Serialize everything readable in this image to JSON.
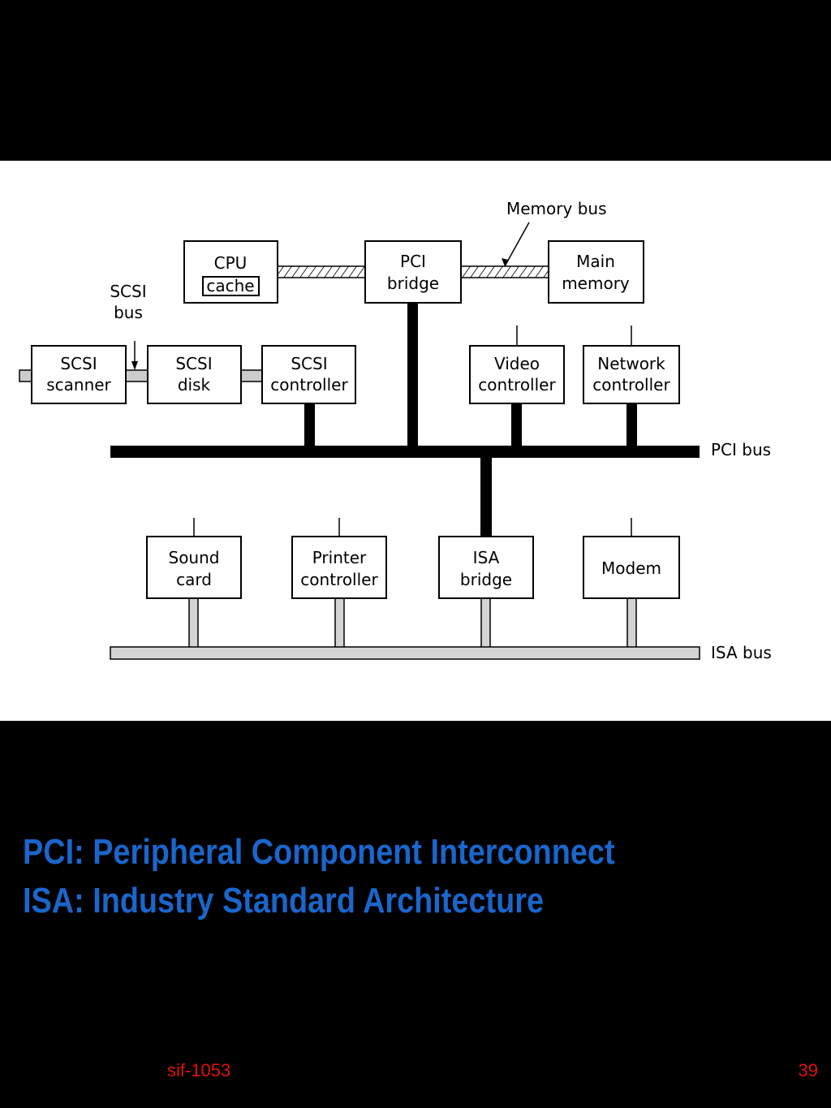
{
  "diagram": {
    "nodes": {
      "cpu": {
        "line1": "CPU",
        "line2": "cache"
      },
      "pci_bridge": {
        "line1": "PCI",
        "line2": "bridge"
      },
      "main_memory": {
        "line1": "Main",
        "line2": "memory"
      },
      "scsi_scanner": {
        "line1": "SCSI",
        "line2": "scanner"
      },
      "scsi_disk": {
        "line1": "SCSI",
        "line2": "disk"
      },
      "scsi_controller": {
        "line1": "SCSI",
        "line2": "controller"
      },
      "video_controller": {
        "line1": "Video",
        "line2": "controller"
      },
      "network_controller": {
        "line1": "Network",
        "line2": "controller"
      },
      "sound_card": {
        "line1": "Sound",
        "line2": "card"
      },
      "printer_controller": {
        "line1": "Printer",
        "line2": "controller"
      },
      "isa_bridge": {
        "line1": "ISA",
        "line2": "bridge"
      },
      "modem": {
        "line1": "Modem"
      }
    },
    "labels": {
      "memory_bus": "Memory bus",
      "scsi_bus_line1": "SCSI",
      "scsi_bus_line2": "bus",
      "pci_bus": "PCI bus",
      "isa_bus": "ISA bus"
    },
    "colors": {
      "pci_bus": "#000000",
      "isa_bus": "#d4d4d4",
      "scsi_bus": "#cccccc"
    }
  },
  "caption": {
    "line1": "PCI: Peripheral Component Interconnect",
    "line2": "ISA: Industry Standard Architecture"
  },
  "footer": {
    "left": "sif-1053",
    "page": "39"
  },
  "colors": {
    "background": "#000000",
    "caption": "#1a66cc",
    "footer": "#e01010"
  }
}
